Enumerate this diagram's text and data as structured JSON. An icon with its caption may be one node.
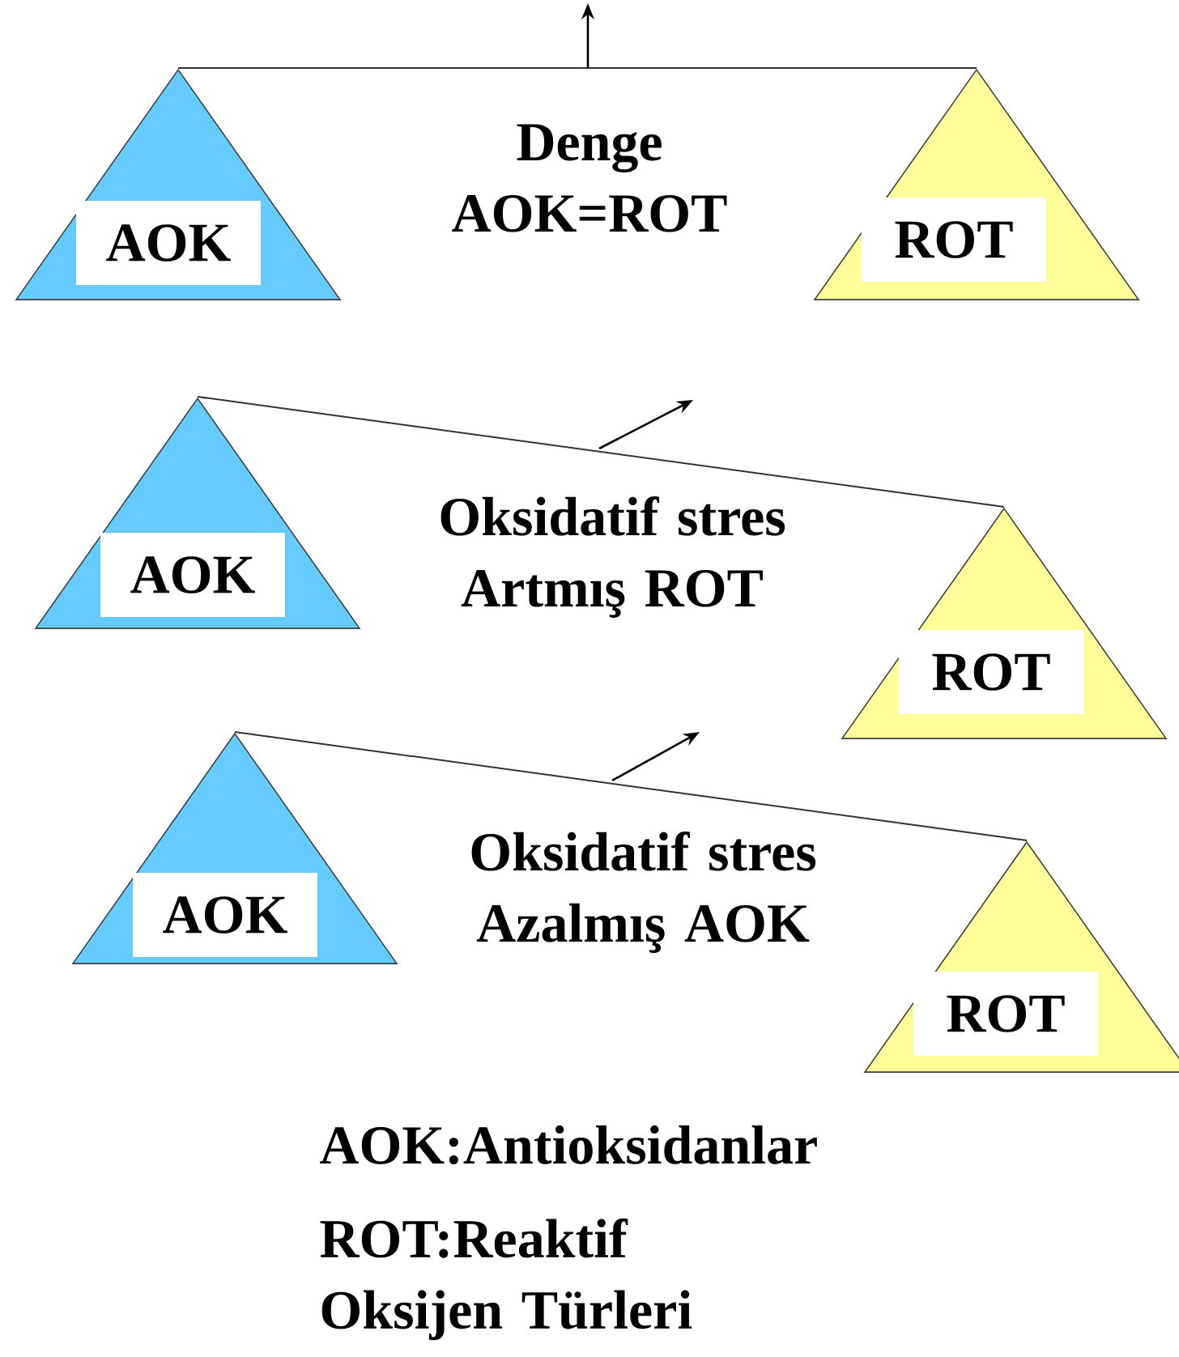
{
  "diagram": {
    "nodes": [
      {
        "text": [],
        "shape": "triangle"
      },
      {
        "text": [
          "AOK"
        ],
        "in": 0
      },
      {
        "text": [],
        "shape": "triangle"
      },
      {
        "text": [
          "ROT"
        ],
        "in": 2
      },
      {
        "text": [],
        "shape": "triangle"
      },
      {
        "text": [
          "AOK"
        ],
        "in": 4
      },
      {
        "text": [],
        "shape": "triangle"
      },
      {
        "text": [
          "ROT"
        ],
        "in": 6
      },
      {
        "text": [],
        "shape": "triangle"
      },
      {
        "text": [
          "AOK"
        ],
        "in": 8
      },
      {
        "text": [],
        "shape": "triangle"
      },
      {
        "text": [
          "ROT"
        ],
        "in": 10
      }
    ],
    "edges": [
      {
        "from": 0,
        "to": 2,
        "arrow": "none"
      },
      {
        "from": 4,
        "to": 6,
        "arrow": "none"
      },
      {
        "from": 8,
        "to": 10,
        "arrow": "none"
      }
    ],
    "labels": [
      "Denge AOK=ROT",
      "Oksidatif stres Artmış ROT",
      "Oksidatif stres Azalmış AOK",
      "AOK:Antioksidanlar",
      "ROT:Reaktif Oksijen Türleri"
    ]
  }
}
